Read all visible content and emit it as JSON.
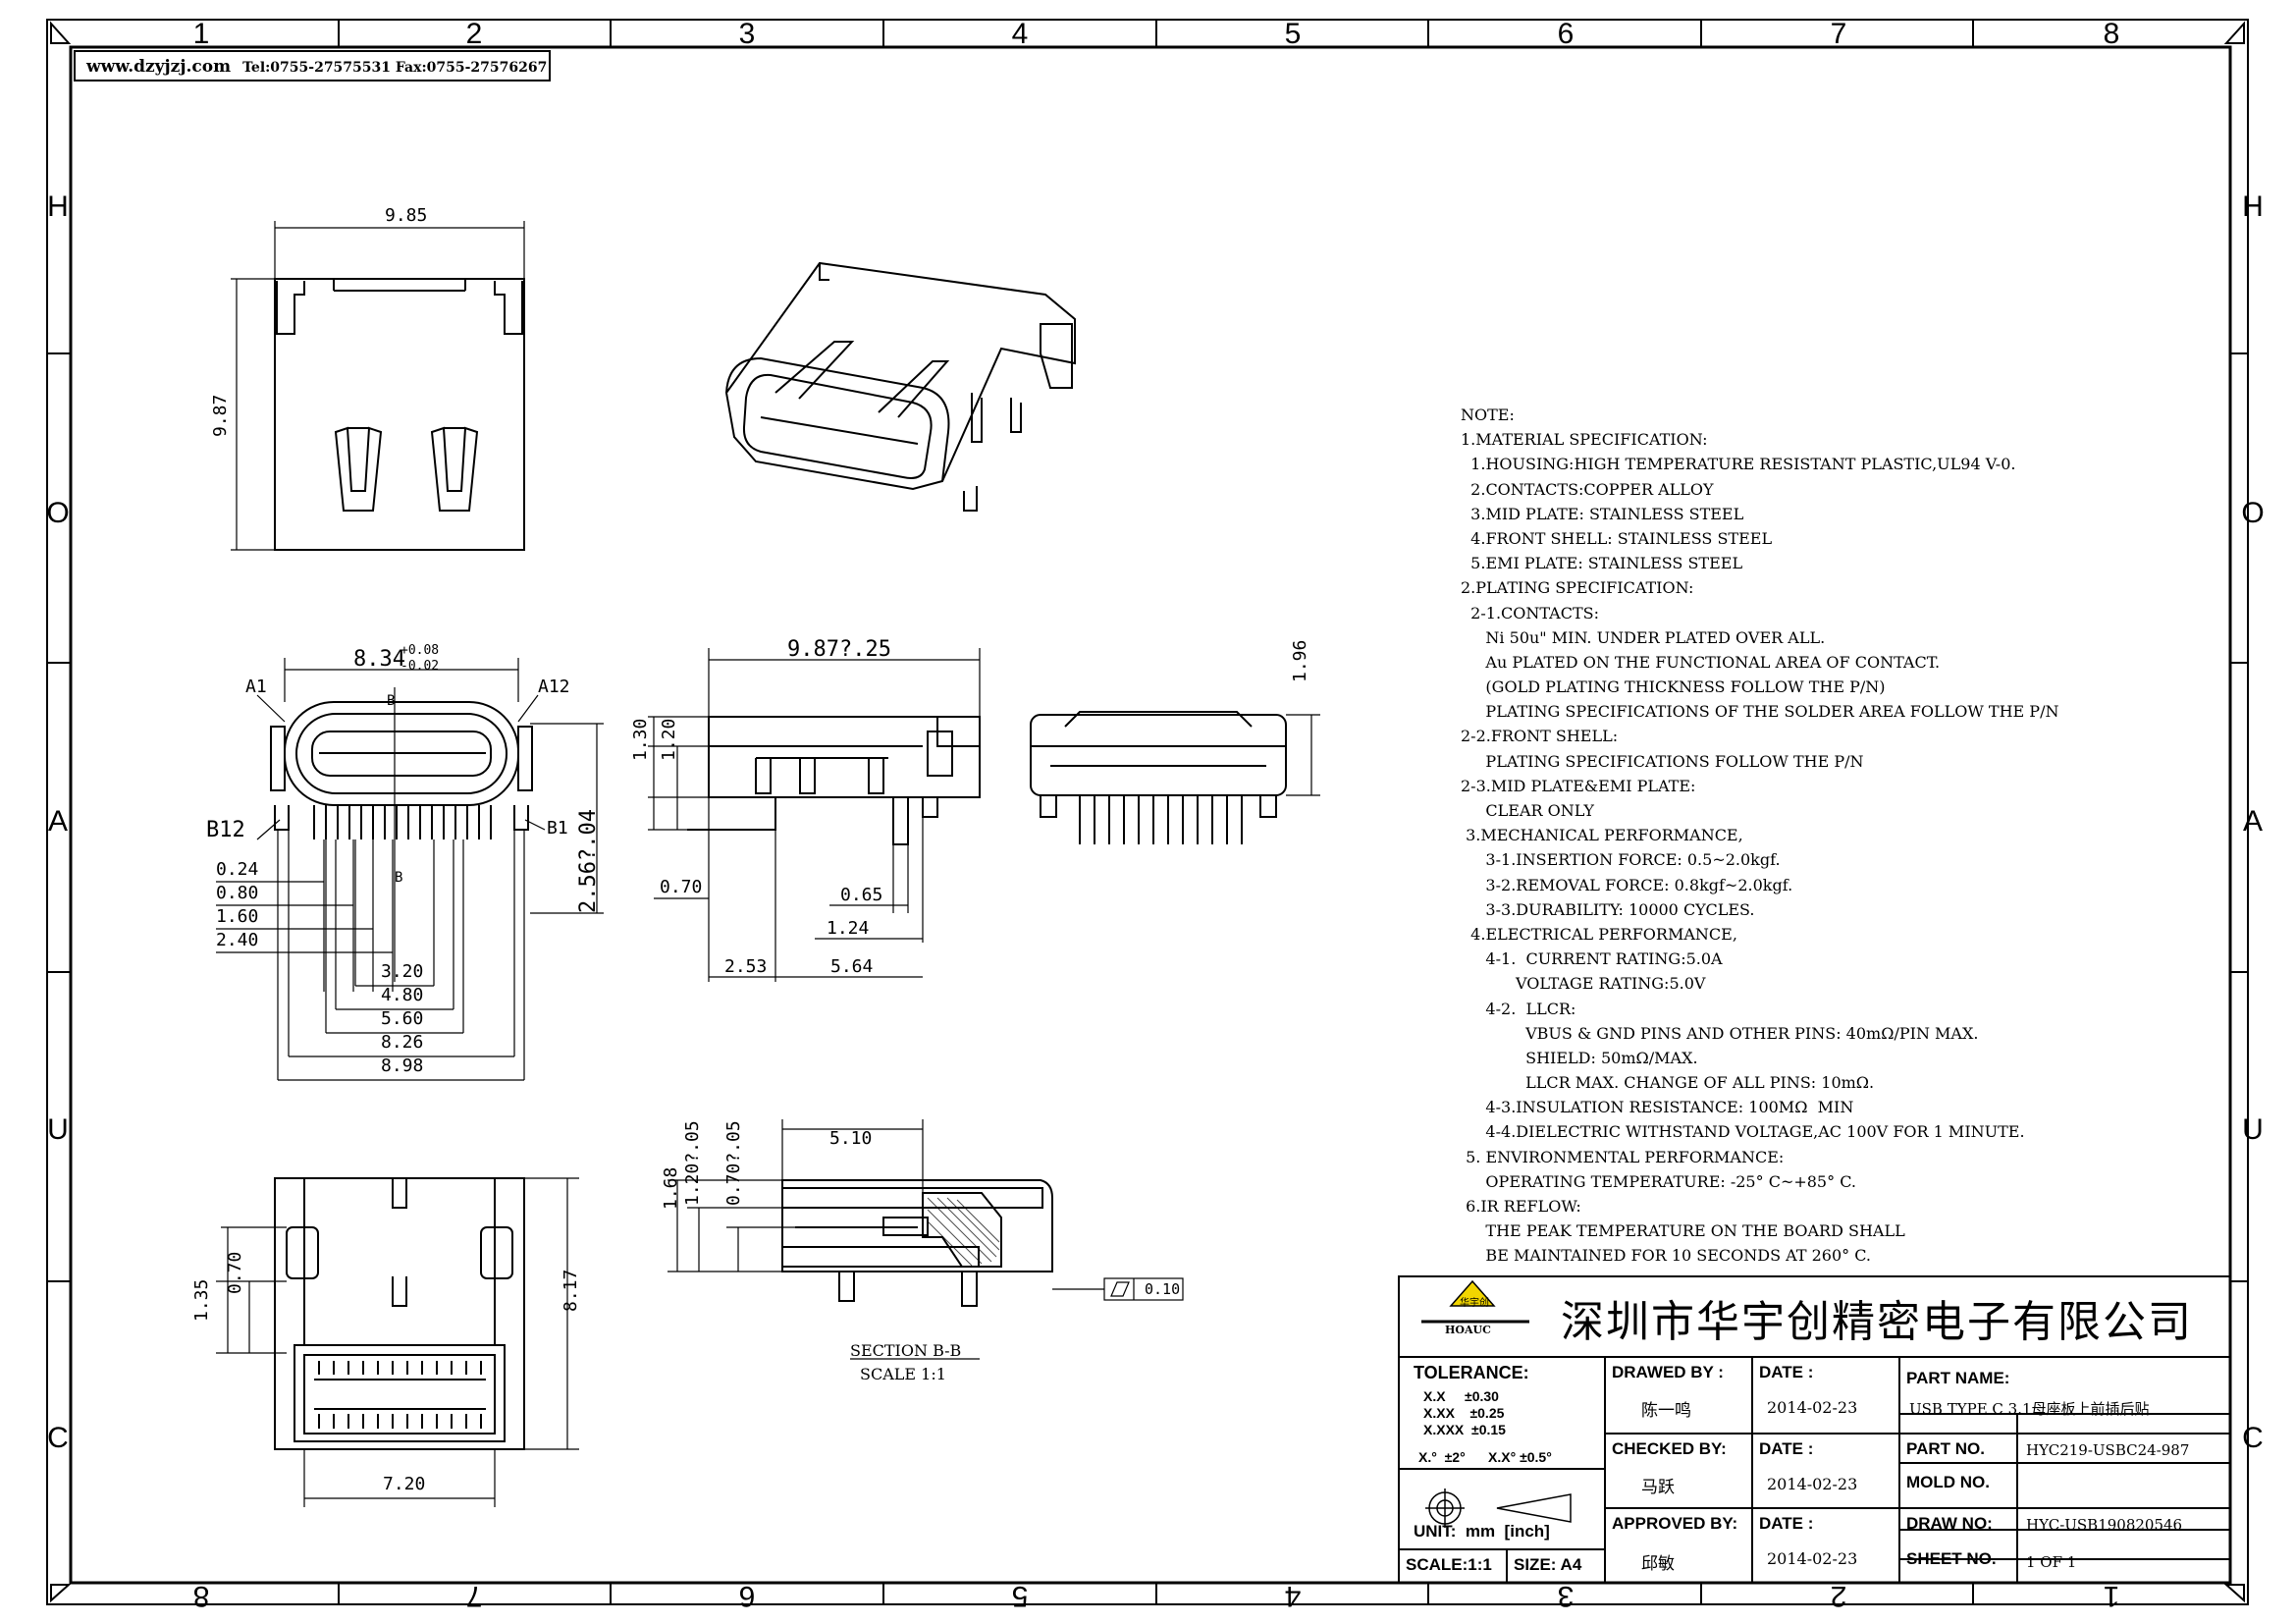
{
  "header": {
    "website": "www.dzyjzj.com",
    "contact": "Tel:0755-27575531 Fax:0755-27576267"
  },
  "zones": {
    "top": [
      "1",
      "2",
      "3",
      "4",
      "5",
      "6",
      "7",
      "8"
    ],
    "bottom": [
      "8",
      "7",
      "6",
      "5",
      "4",
      "3",
      "2",
      "1"
    ],
    "left": [
      "H",
      "O",
      "A",
      "U",
      "C"
    ],
    "right": [
      "H",
      "O",
      "A",
      "U",
      "C"
    ]
  },
  "dimensions": {
    "top_view_width": "9.85",
    "top_view_height": "9.87",
    "front_width": "8.34",
    "front_width_tol_plus": "+0.08",
    "front_width_tol_minus": "-0.02",
    "pin_a1": "A1",
    "pin_a12": "A12",
    "pin_b12": "B12",
    "pin_b1": "B1",
    "section_mark": "B",
    "front_height": "2.56?.04",
    "pitch_a": "0.24",
    "pitch_b": "0.80",
    "pitch_c": "1.60",
    "pitch_d": "2.40",
    "span_a": "3.20",
    "span_b": "4.80",
    "span_c": "5.60",
    "span_d": "8.26",
    "span_e": "8.98",
    "side_length": "9.87?.25",
    "side_h1": "1.30",
    "side_h2": "1.20",
    "side_d1": "0.70",
    "side_d2": "0.65",
    "side_d3": "1.24",
    "side_d4": "2.53",
    "side_d5": "5.64",
    "rear_height": "1.96",
    "bottom_h1": "1.35",
    "bottom_h2": "0.70",
    "bottom_height": "8.17",
    "bottom_width": "7.20",
    "sec_width": "5.10",
    "sec_h1": "1.68",
    "sec_h2": "1.20?.05",
    "sec_h3": "0.70?.05",
    "flatness": "0.10",
    "section_title": "SECTION B-B",
    "section_scale": "SCALE 1:1"
  },
  "notes": [
    "NOTE:",
    "1.MATERIAL SPECIFICATION:",
    "  1.HOUSING:HIGH TEMPERATURE RESISTANT PLASTIC,UL94 V-0.",
    "  2.CONTACTS:COPPER ALLOY",
    "  3.MID PLATE: STAINLESS STEEL",
    "  4.FRONT SHELL: STAINLESS STEEL",
    "  5.EMI PLATE: STAINLESS STEEL",
    "2.PLATING SPECIFICATION:",
    "  2-1.CONTACTS:",
    "     Ni 50u\" MIN. UNDER PLATED OVER ALL.",
    "     Au PLATED ON THE FUNCTIONAL AREA OF CONTACT.",
    "     (GOLD PLATING THICKNESS FOLLOW THE P/N)",
    "     PLATING SPECIFICATIONS OF THE SOLDER AREA FOLLOW THE P/N",
    "2-2.FRONT SHELL:",
    "     PLATING SPECIFICATIONS FOLLOW THE P/N",
    "2-3.MID PLATE&EMI PLATE:",
    "     CLEAR ONLY",
    " 3.MECHANICAL PERFORMANCE,",
    "     3-1.INSERTION FORCE: 0.5~2.0kgf.",
    "     3-2.REMOVAL FORCE: 0.8kgf~2.0kgf.",
    "     3-3.DURABILITY: 10000 CYCLES.",
    "  4.ELECTRICAL PERFORMANCE,",
    "     4-1.  CURRENT RATING:5.0A",
    "           VOLTAGE RATING:5.0V",
    "     4-2.  LLCR:",
    "             VBUS & GND PINS AND OTHER PINS: 40mΩ/PIN MAX.",
    "             SHIELD: 50mΩ/MAX.",
    "             LLCR MAX. CHANGE OF ALL PINS: 10mΩ.",
    "     4-3.INSULATION RESISTANCE: 100MΩ  MIN",
    "     4-4.DIELECTRIC WITHSTAND VOLTAGE,AC 100V FOR 1 MINUTE.",
    " 5. ENVIRONMENTAL PERFORMANCE:",
    "     OPERATING TEMPERATURE: -25° C~+85° C.",
    " 6.IR REFLOW:",
    "     THE PEAK TEMPERATURE ON THE BOARD SHALL",
    "     BE MAINTAINED FOR 10 SECONDS AT 260° C."
  ],
  "title_block": {
    "company": "深圳市华宇创精密电子有限公司",
    "logo_text": "HOAUC",
    "logo_cn": "华宇创",
    "tolerance_label": "TOLERANCE:",
    "tol_x": "X.X     ±0.30",
    "tol_xx": "X.XX    ±0.25",
    "tol_xxx": "X.XXX  ±0.15",
    "tol_angle": "X.°  ±2°      X.X° ±0.5°",
    "unit": "UNIT:  mm  [inch]",
    "scale": "SCALE:1:1",
    "size": "SIZE: A4",
    "drawn_by_label": "DRAWED  BY :",
    "drawn_by": "陈一鸣",
    "checked_by_label": "CHECKED  BY:",
    "checked_by": "马跃",
    "approved_by_label": "APPROVED BY:",
    "approved_by": "邱敏",
    "date_label": "DATE :",
    "date1": "2014-02-23",
    "date2": "2014-02-23",
    "date3": "2014-02-23",
    "part_name_label": "PART NAME:",
    "part_name": "USB TYPE C 3.1母座板上前插后贴",
    "part_no_label": "PART NO.",
    "part_no": "HYC219-USBC24-987",
    "mold_no_label": "MOLD NO.",
    "mold_no": "",
    "draw_no_label": "DRAW NO:",
    "draw_no": "HYC-USB190820546",
    "sheet_no_label": "SHEET NO.",
    "sheet_no": "1 OF 1"
  }
}
